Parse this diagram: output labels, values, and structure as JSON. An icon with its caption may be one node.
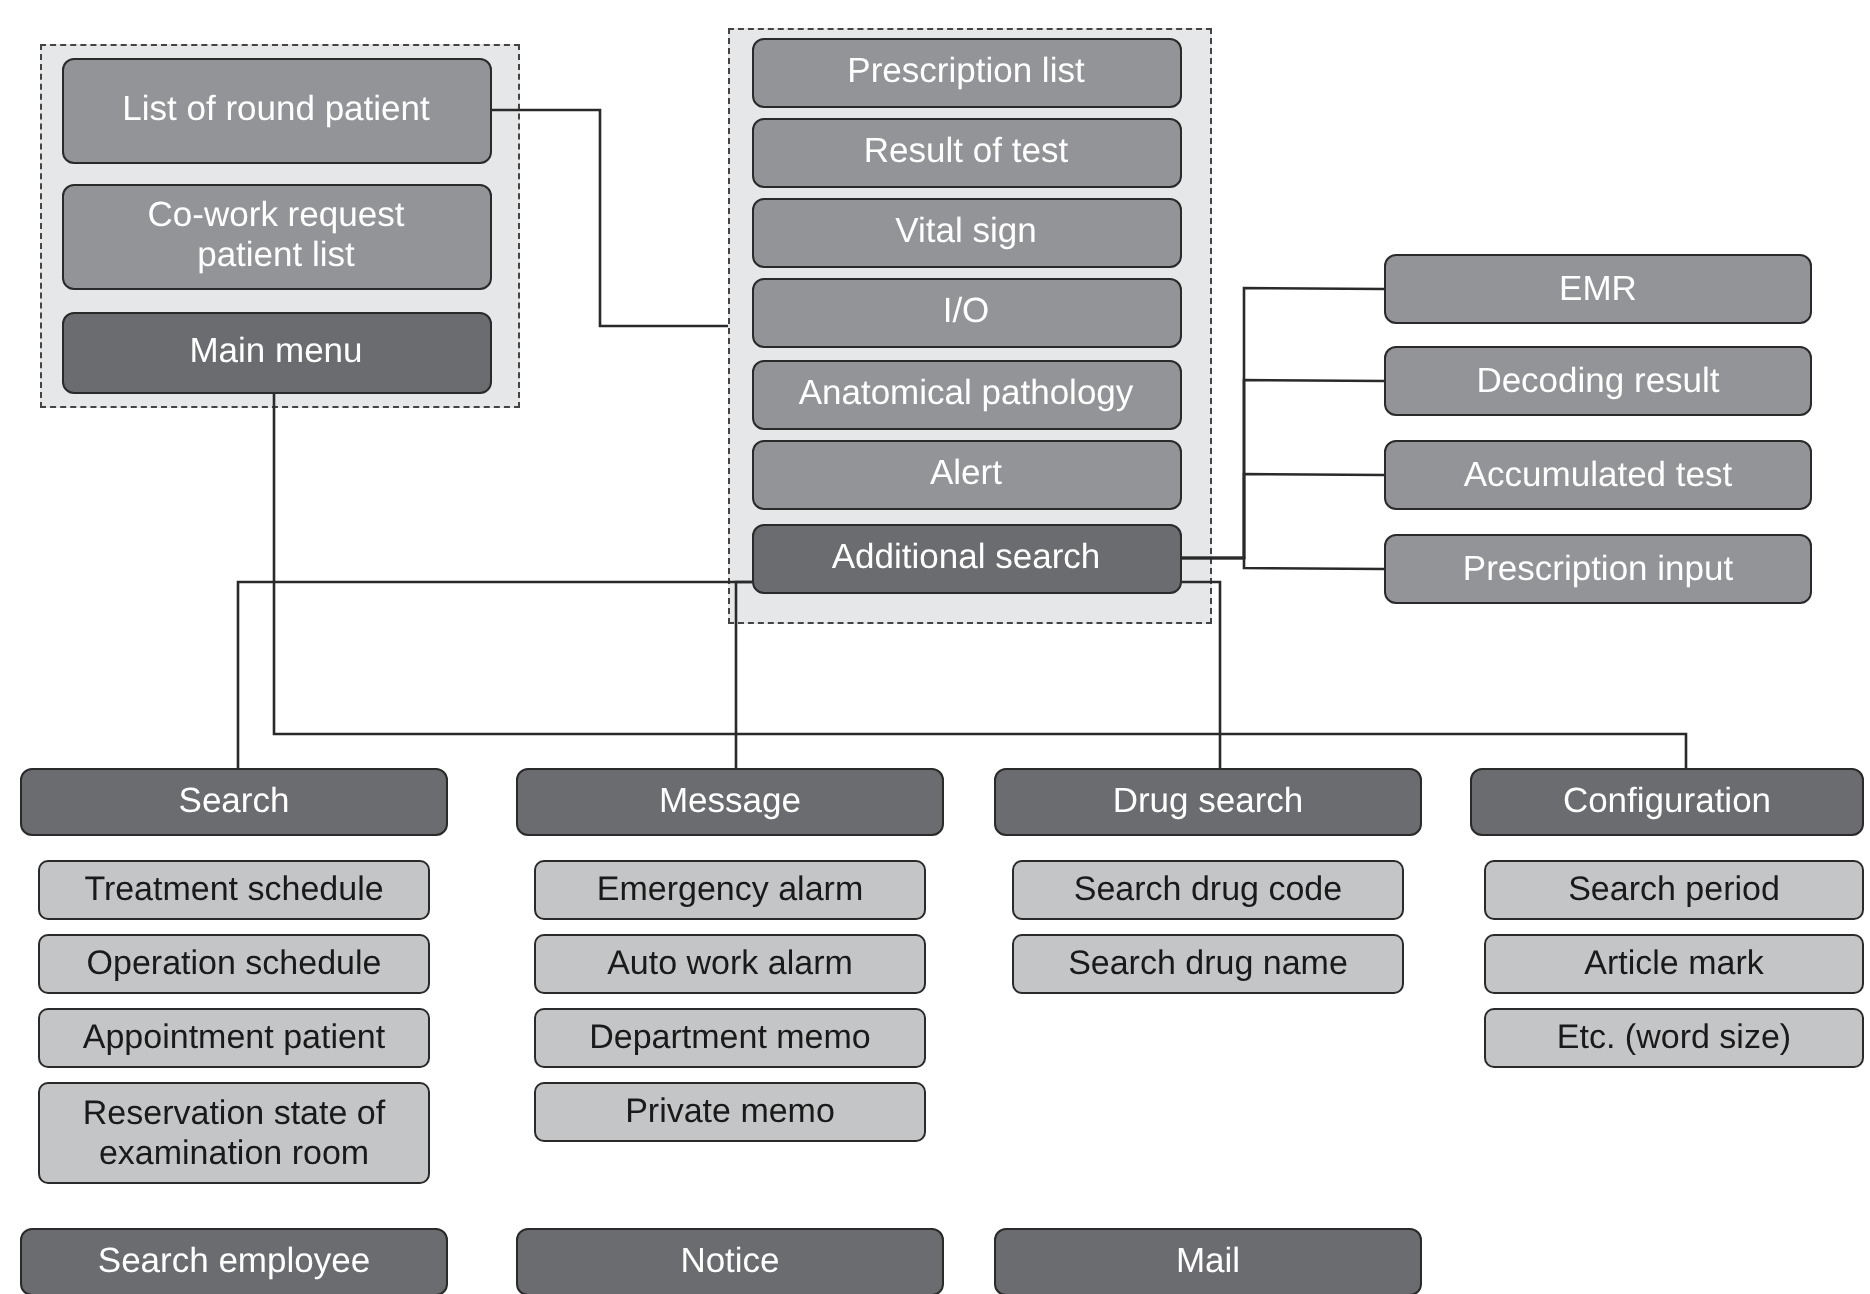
{
  "diagram": {
    "nodes": [
      {
        "text": [],
        "shape": "box"
      },
      {
        "text": [
          "List of round patient"
        ],
        "in": 0
      },
      {
        "text": [
          "Co-work request patient list"
        ],
        "in": 0
      },
      {
        "text": [
          "Main menu"
        ],
        "in": 0
      },
      {
        "text": [],
        "shape": "box"
      },
      {
        "text": [
          "Prescription list"
        ],
        "in": 4
      },
      {
        "text": [
          "Result of test"
        ],
        "in": 4
      },
      {
        "text": [
          "Vital sign"
        ],
        "in": 4
      },
      {
        "text": [
          "I/O"
        ],
        "in": 4
      },
      {
        "text": [
          "Anatomical pathology"
        ],
        "in": 4
      },
      {
        "text": [
          "Alert"
        ],
        "in": 4
      },
      {
        "text": [
          "Additional search"
        ],
        "in": 4
      },
      {
        "text": [
          "EMR"
        ]
      },
      {
        "text": [
          "Decoding result"
        ]
      },
      {
        "text": [
          "Accumulated test"
        ]
      },
      {
        "text": [
          "Prescription input"
        ]
      },
      {
        "text": [
          "Search"
        ]
      },
      {
        "text": [
          "Message"
        ]
      },
      {
        "text": [
          "Drug search"
        ]
      },
      {
        "text": [
          "Configuration"
        ]
      },
      {
        "text": [
          "Treatment schedule"
        ]
      },
      {
        "text": [
          "Operation schedule"
        ]
      },
      {
        "text": [
          "Appointment patient"
        ]
      },
      {
        "text": [
          "Reservation state of examination room"
        ]
      },
      {
        "text": [
          "Emergency alarm"
        ]
      },
      {
        "text": [
          "Auto work alarm"
        ]
      },
      {
        "text": [
          "Department memo"
        ]
      },
      {
        "text": [
          "Private memo"
        ]
      },
      {
        "text": [
          "Search drug code"
        ]
      },
      {
        "text": [
          "Search drug name"
        ]
      },
      {
        "text": [
          "Search period"
        ]
      },
      {
        "text": [
          "Article mark"
        ]
      },
      {
        "text": [
          "Etc. (word size)"
        ]
      },
      {
        "text": [
          "Search employee"
        ]
      },
      {
        "text": [
          "Notice"
        ]
      },
      {
        "text": [
          "Mail"
        ]
      }
    ],
    "edges": [
      {
        "from": 1,
        "to": 4,
        "arrow": "none"
      },
      {
        "from": 11,
        "to": 12,
        "arrow": "none"
      },
      {
        "from": 11,
        "to": 13,
        "arrow": "none"
      },
      {
        "from": 11,
        "to": 14,
        "arrow": "none"
      },
      {
        "from": 11,
        "to": 15,
        "arrow": "none"
      },
      {
        "from": 11,
        "to": 16,
        "arrow": "none"
      },
      {
        "from": 11,
        "to": 17,
        "arrow": "none"
      },
      {
        "from": 11,
        "to": 18,
        "arrow": "none"
      },
      {
        "from": 3,
        "to": 19,
        "arrow": "none"
      }
    ]
  }
}
